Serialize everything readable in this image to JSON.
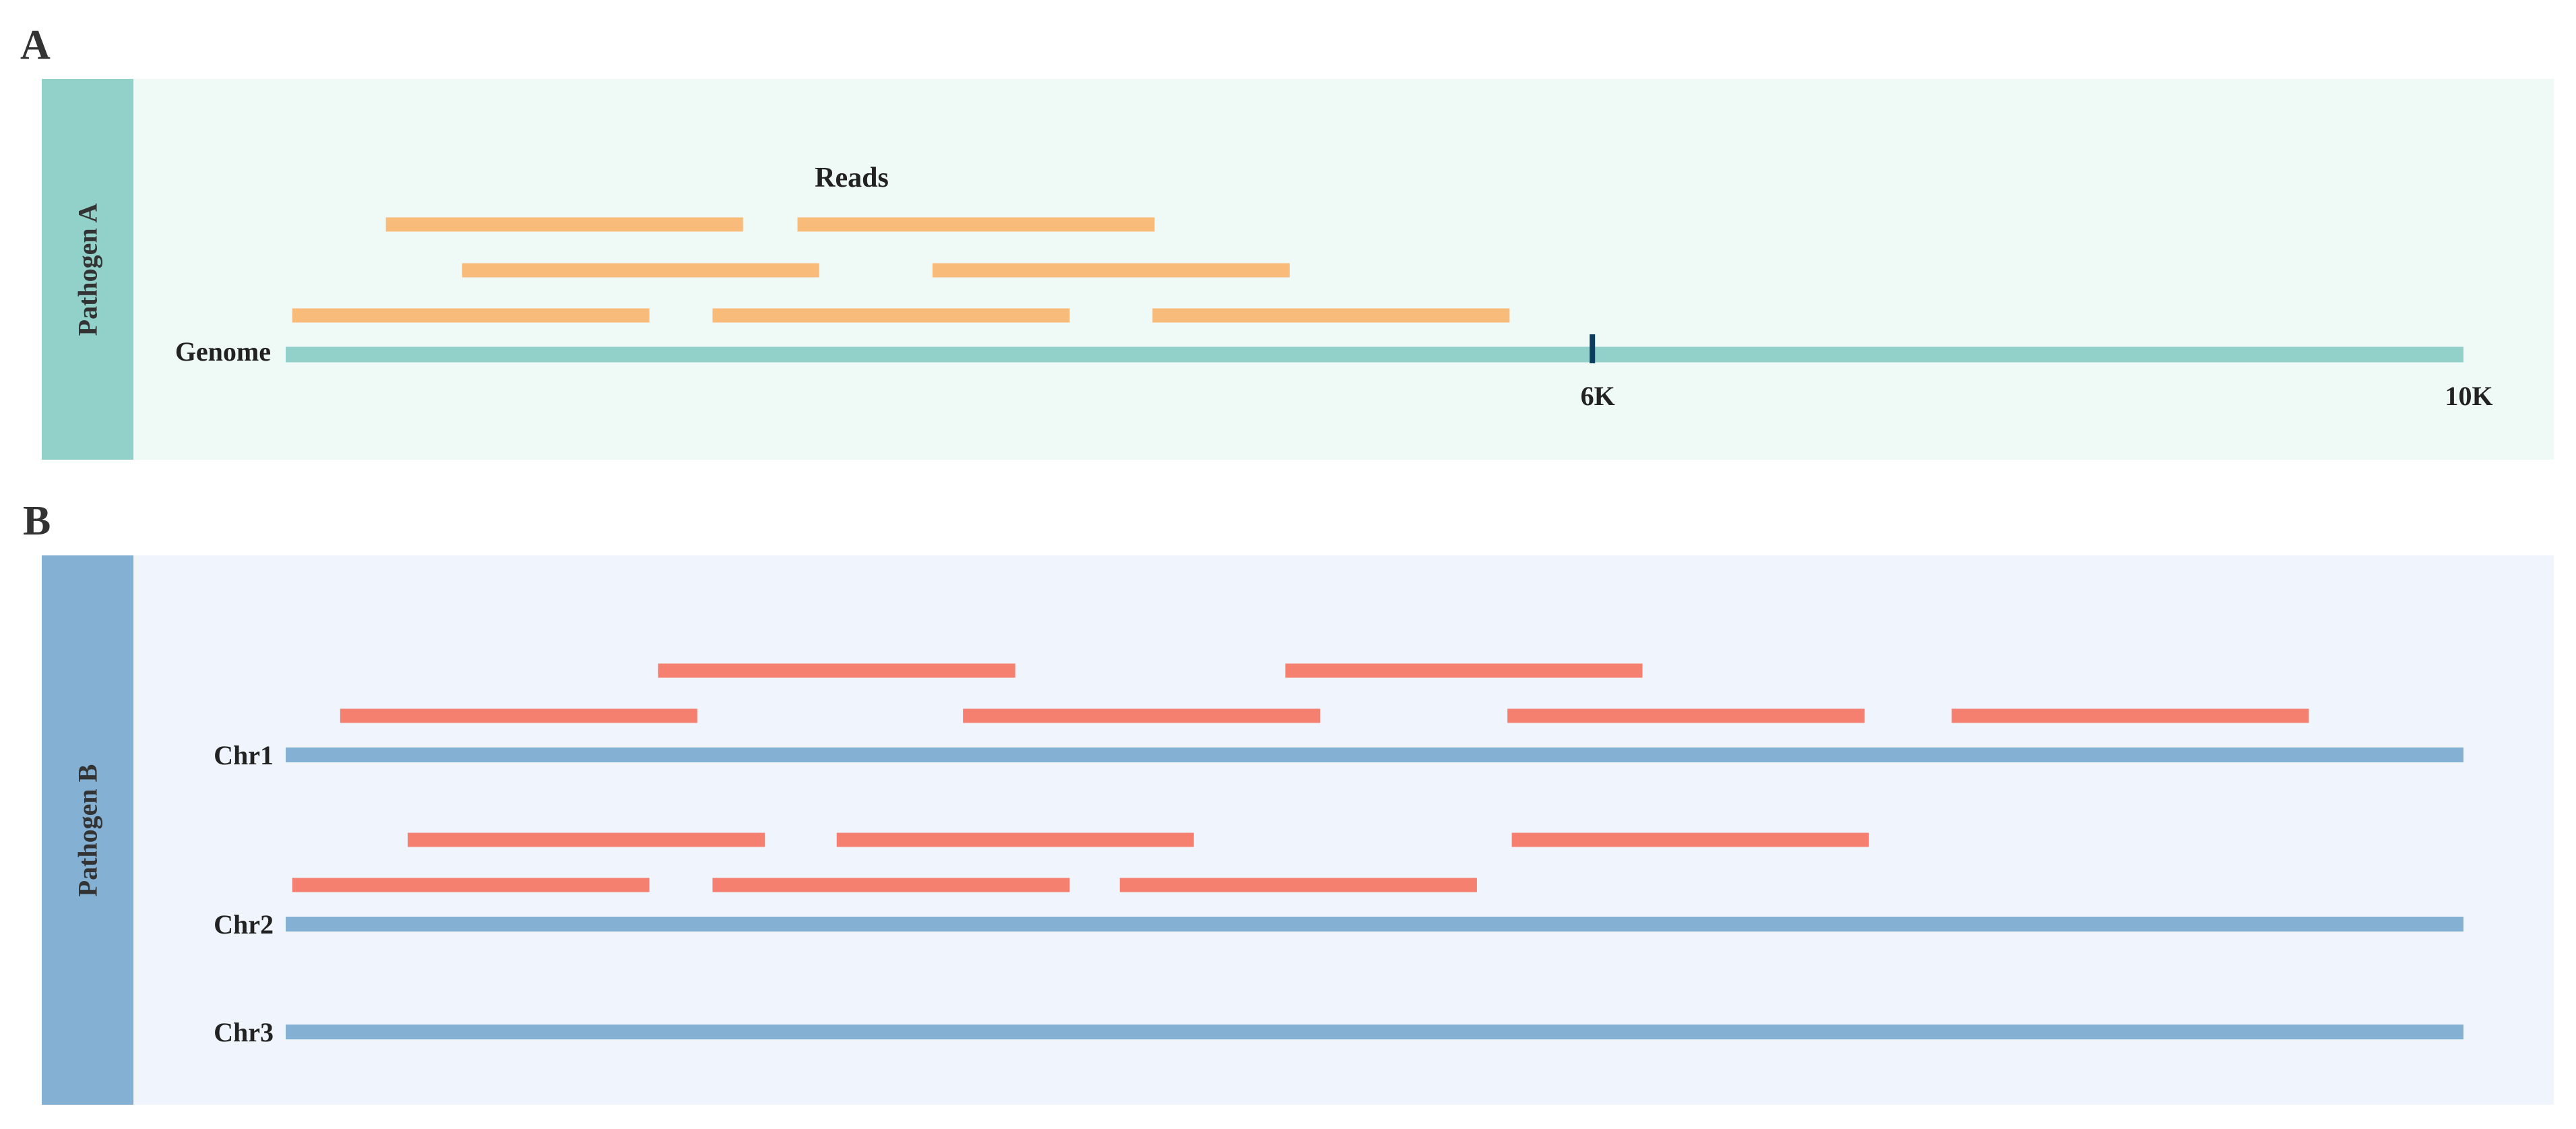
{
  "colors": {
    "panel_a_background": "#eff9f6",
    "panel_a_tab": "#92d0ca",
    "panel_a_genome": "#92d0ca",
    "panel_a_reads": "#f9bb79",
    "panel_a_marker": "#0d3d5c",
    "panel_b_background": "#eff4fd",
    "panel_b_tab": "#83b0d3",
    "panel_b_chromosomes": "#83b0d3",
    "panel_b_reads": "#f6806f"
  },
  "panel_a": {
    "letter": "A",
    "side_label": "Pathogen A",
    "reads_label": "Reads",
    "genome_label": "Genome",
    "genome_length": 10000,
    "ticks": [
      {
        "position": 6000,
        "label": "6K",
        "marker": true
      },
      {
        "position": 10000,
        "label": "10K",
        "marker": false
      }
    ],
    "reads": [
      {
        "row": 3,
        "start": 460,
        "end": 2100
      },
      {
        "row": 3,
        "start": 2350,
        "end": 3990
      },
      {
        "row": 2,
        "start": 810,
        "end": 2450
      },
      {
        "row": 2,
        "start": 2970,
        "end": 4610
      },
      {
        "row": 1,
        "start": 30,
        "end": 1670
      },
      {
        "row": 1,
        "start": 1960,
        "end": 3600
      },
      {
        "row": 1,
        "start": 3980,
        "end": 5620
      }
    ]
  },
  "panel_b": {
    "letter": "B",
    "side_label": "Pathogen B",
    "chromosome_length": 10000,
    "chromosomes": [
      {
        "label": "Chr1",
        "reads": [
          {
            "row": 2,
            "start": 1710,
            "end": 3350
          },
          {
            "row": 2,
            "start": 4590,
            "end": 6230
          },
          {
            "row": 1,
            "start": 250,
            "end": 1890
          },
          {
            "row": 1,
            "start": 3110,
            "end": 4750
          },
          {
            "row": 1,
            "start": 5610,
            "end": 7250
          },
          {
            "row": 1,
            "start": 7650,
            "end": 9290
          }
        ]
      },
      {
        "label": "Chr2",
        "reads": [
          {
            "row": 2,
            "start": 560,
            "end": 2200
          },
          {
            "row": 2,
            "start": 2530,
            "end": 4170
          },
          {
            "row": 2,
            "start": 5630,
            "end": 7270
          },
          {
            "row": 1,
            "start": 30,
            "end": 1670
          },
          {
            "row": 1,
            "start": 1960,
            "end": 3600
          },
          {
            "row": 1,
            "start": 3830,
            "end": 5470
          }
        ]
      },
      {
        "label": "Chr3",
        "reads": []
      }
    ]
  }
}
